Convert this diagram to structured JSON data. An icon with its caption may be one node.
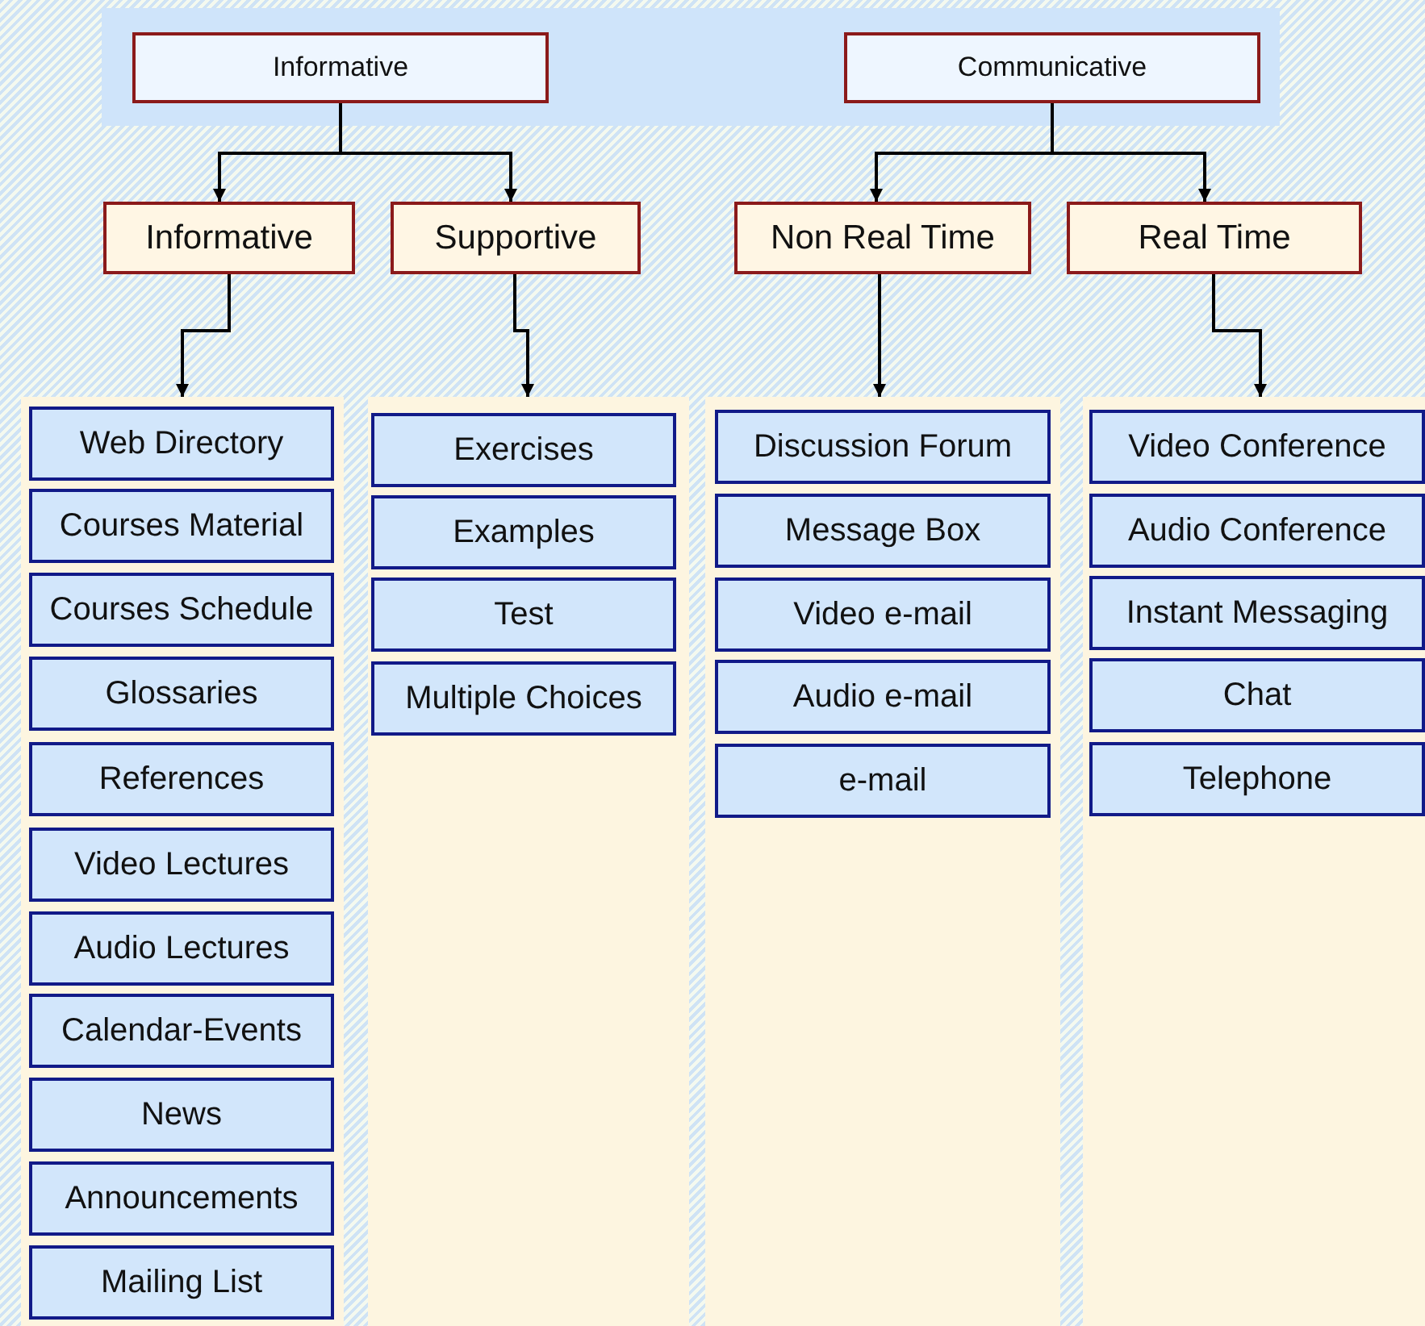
{
  "diagram": {
    "nodes": [
      {
        "text": [
          "Informative"
        ]
      },
      {
        "text": [
          "Communicative"
        ]
      },
      {
        "text": [
          "Informative"
        ]
      },
      {
        "text": [
          "Supportive"
        ]
      },
      {
        "text": [
          "Non Real Time"
        ]
      },
      {
        "text": [
          "Real Time"
        ]
      },
      {
        "text": [],
        "shape": "box"
      },
      {
        "text": [
          "Web Directory"
        ],
        "in": 6
      },
      {
        "text": [
          "Courses Material"
        ],
        "in": 6
      },
      {
        "text": [
          "Courses Schedule"
        ],
        "in": 6
      },
      {
        "text": [
          "Glossaries"
        ],
        "in": 6
      },
      {
        "text": [
          "References"
        ],
        "in": 6
      },
      {
        "text": [
          "Video Lectures"
        ],
        "in": 6
      },
      {
        "text": [
          "Audio Lectures"
        ],
        "in": 6
      },
      {
        "text": [
          "Calendar-Events"
        ],
        "in": 6
      },
      {
        "text": [
          "News"
        ],
        "in": 6
      },
      {
        "text": [
          "Announcements"
        ],
        "in": 6
      },
      {
        "text": [
          "Mailing List"
        ],
        "in": 6
      },
      {
        "text": [],
        "shape": "box"
      },
      {
        "text": [
          "Exercises"
        ],
        "in": 18
      },
      {
        "text": [
          "Examples"
        ],
        "in": 18
      },
      {
        "text": [
          "Test"
        ],
        "in": 18
      },
      {
        "text": [
          "Multiple Choices"
        ],
        "in": 18
      },
      {
        "text": [],
        "shape": "box"
      },
      {
        "text": [
          "Discussion Forum"
        ],
        "in": 23
      },
      {
        "text": [
          "Message Box"
        ],
        "in": 23
      },
      {
        "text": [
          "Video e-mail"
        ],
        "in": 23
      },
      {
        "text": [
          "Audio e-mail"
        ],
        "in": 23
      },
      {
        "text": [
          "e-mail"
        ],
        "in": 23
      },
      {
        "text": [],
        "shape": "box"
      },
      {
        "text": [
          "Video Conference"
        ],
        "in": 29
      },
      {
        "text": [
          "Audio Conference"
        ],
        "in": 29
      },
      {
        "text": [
          "Instant Messaging"
        ],
        "in": 29
      },
      {
        "text": [
          "Chat"
        ],
        "in": 29
      },
      {
        "text": [
          "Telephone"
        ],
        "in": 29
      }
    ],
    "edges": [
      {
        "from": 0,
        "to": 2,
        "arrow": "to"
      },
      {
        "from": 0,
        "to": 3,
        "arrow": "to"
      },
      {
        "from": 1,
        "to": 4,
        "arrow": "to"
      },
      {
        "from": 1,
        "to": 5,
        "arrow": "to"
      },
      {
        "from": 2,
        "to": 6,
        "arrow": "to"
      },
      {
        "from": 3,
        "to": 18,
        "arrow": "to"
      },
      {
        "from": 4,
        "to": 23,
        "arrow": "to"
      },
      {
        "from": 5,
        "to": 29,
        "arrow": "to"
      }
    ]
  }
}
